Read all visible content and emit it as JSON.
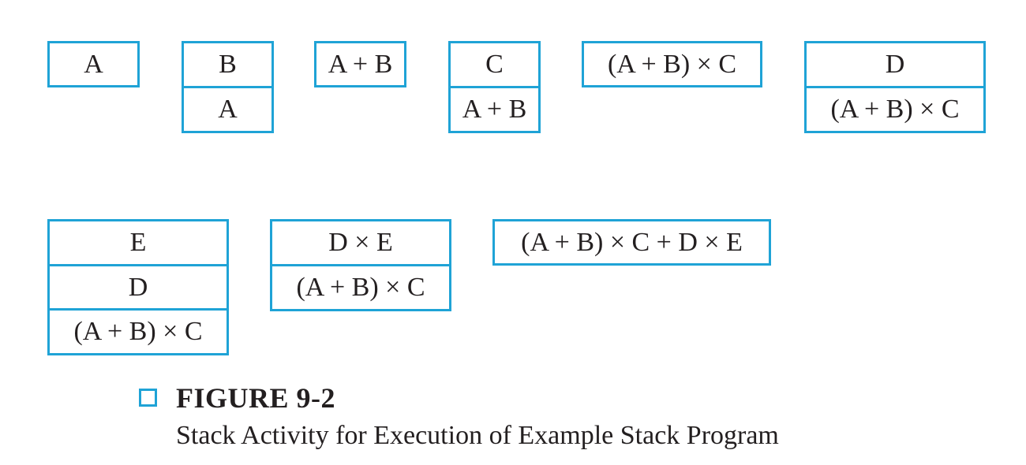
{
  "accent_color": "#1fa3d6",
  "stacks": [
    {
      "cells": [
        "A"
      ]
    },
    {
      "cells": [
        "B",
        "A"
      ]
    },
    {
      "cells": [
        "A + B"
      ]
    },
    {
      "cells": [
        "C",
        "A + B"
      ]
    },
    {
      "cells": [
        "(A + B) × C"
      ]
    },
    {
      "cells": [
        "D",
        "(A + B) × C"
      ]
    },
    {
      "cells": [
        "E",
        "D",
        "(A + B) × C"
      ]
    },
    {
      "cells": [
        "D × E",
        "(A + B) × C"
      ]
    },
    {
      "cells": [
        "(A + B) × C + D × E"
      ]
    }
  ],
  "figure": {
    "marker_icon": "square-outline-icon",
    "label": "FIGURE 9-2",
    "title": "Stack Activity for Execution of Example Stack Program"
  }
}
